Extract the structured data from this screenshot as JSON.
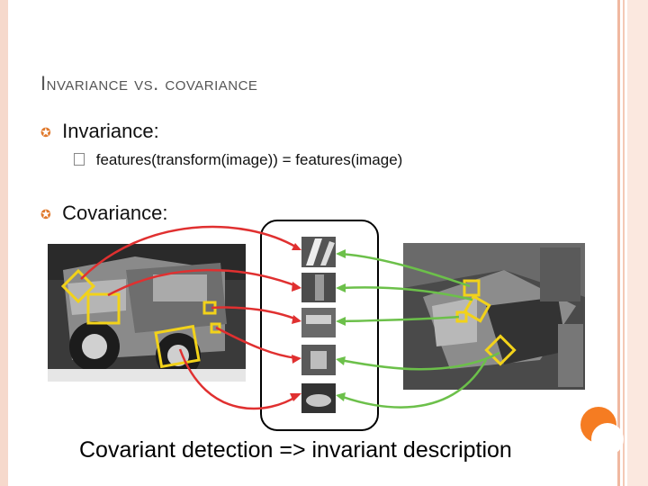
{
  "slide": {
    "title": "Invariance vs. covariance",
    "bullets": [
      {
        "label": "Invariance:",
        "sub": "features(transform(image)) = features(image)"
      },
      {
        "label": "Covariance:"
      }
    ],
    "caption": "Covariant detection => invariant description"
  },
  "colors": {
    "accent": "#f57c22",
    "arrow_red": "#e03030",
    "arrow_green": "#6cc04a",
    "box_yellow": "#f2d21a"
  }
}
